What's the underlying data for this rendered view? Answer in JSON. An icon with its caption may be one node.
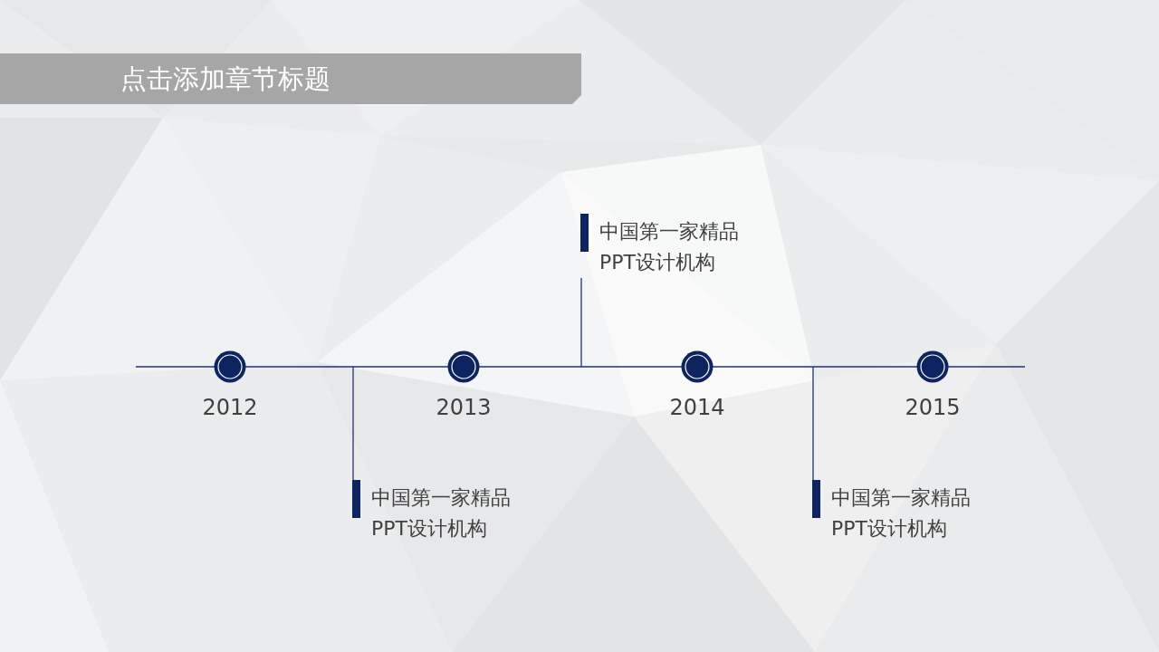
{
  "diagram": {
    "title": "点击添加章节标题",
    "nodes": [
      {
        "text": [],
        "shape": "circle",
        "beside": [
          "2012"
        ]
      },
      {
        "text": [],
        "shape": "circle",
        "beside": [
          "2013"
        ]
      },
      {
        "text": [],
        "shape": "circle",
        "beside": [
          "2014"
        ]
      },
      {
        "text": [],
        "shape": "circle",
        "beside": [
          "2015"
        ]
      },
      {
        "text": [
          "中国第一家精品PPT设计机构"
        ]
      },
      {
        "text": [
          "中国第一家精品PPT设计机构"
        ]
      },
      {
        "text": [
          "中国第一家精品PPT设计机构"
        ]
      }
    ],
    "edges": [
      {
        "from": 4,
        "to": null,
        "arrow": "none"
      },
      {
        "from": 5,
        "to": null,
        "arrow": "none"
      },
      {
        "from": 6,
        "to": null,
        "arrow": "none"
      }
    ]
  }
}
